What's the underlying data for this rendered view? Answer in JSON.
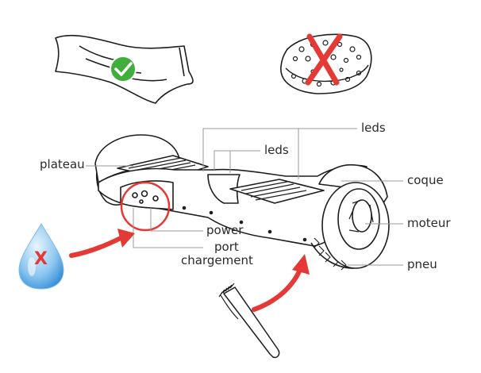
{
  "labels": {
    "leds_top": "leds",
    "leds_mid": "leds",
    "plateau": "plateau",
    "coque": "coque",
    "moteur": "moteur",
    "power": "power",
    "port": "port",
    "chargement": "chargement",
    "pneu": "pneu"
  },
  "badges": {
    "drop_mark": "X"
  },
  "colors": {
    "line": "#1e1e1e",
    "leader": "#9a9a9a",
    "highlight": "#e53935",
    "arrow": "#e53935",
    "check": "#3fae3a",
    "drop_light": "#cfe9fb",
    "drop_dark": "#3b9be0"
  }
}
